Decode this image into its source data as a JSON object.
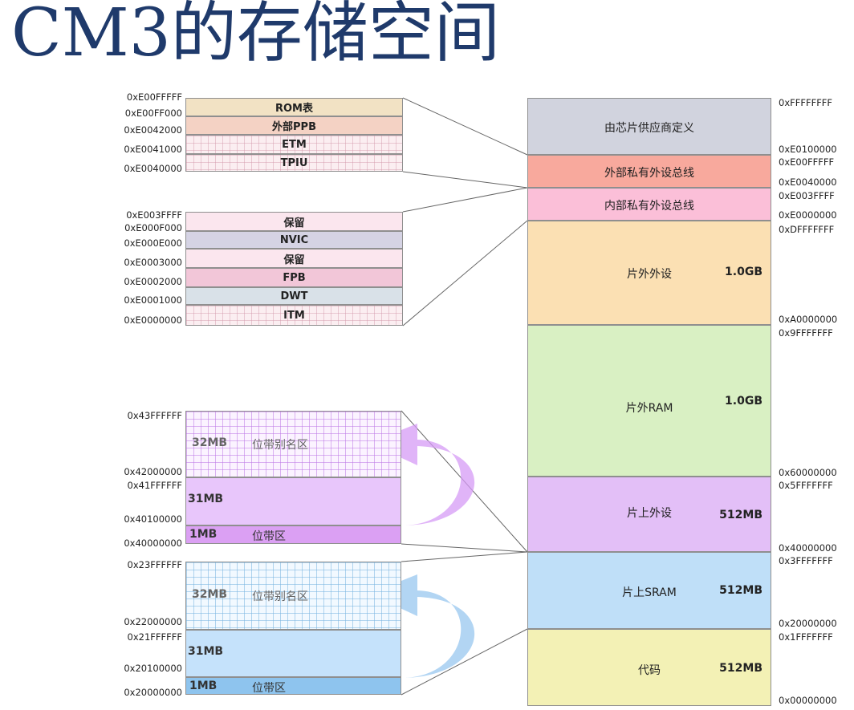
{
  "title": "CM3的存储空间",
  "ppb_ext": {
    "blocks": [
      "ROM表",
      "外部PPB",
      "ETM",
      "TPIU"
    ],
    "addresses": [
      "0xE00FFFFF",
      "0xE00FF000",
      "0xE0042000",
      "0xE0041000",
      "0xE0040000"
    ]
  },
  "ppb_int": {
    "blocks": [
      "保留",
      "NVIC",
      "保留",
      "FPB",
      "DWT",
      "ITM"
    ],
    "addresses": [
      "0xE003FFFF",
      "0xE000F000",
      "0xE000E000",
      "0xE0003000",
      "0xE0002000",
      "0xE0001000",
      "0xE0000000"
    ]
  },
  "periph_bitband": {
    "alias_size": "32MB",
    "alias_label": "位带别名区",
    "mid_size": "31MB",
    "band_size": "1MB",
    "band_label": "位带区",
    "addresses": [
      "0x43FFFFFF",
      "0x42000000",
      "0x41FFFFFF",
      "0x40100000",
      "0x40000000"
    ]
  },
  "sram_bitband": {
    "alias_size": "32MB",
    "alias_label": "位带别名区",
    "mid_size": "31MB",
    "band_size": "1MB",
    "band_label": "位带区",
    "addresses": [
      "0x23FFFFFF",
      "0x22000000",
      "0x21FFFFFF",
      "0x20100000",
      "0x20000000"
    ]
  },
  "memory_map": {
    "regions": [
      {
        "name": "由芯片供应商定义",
        "size": "",
        "top": "0xFFFFFFFF",
        "bottom": "0xE0100000",
        "color": "#d1d3de"
      },
      {
        "name": "外部私有外设总线",
        "size": "",
        "top": "0xE00FFFFF",
        "bottom": "0xE0040000",
        "color": "#f8a99d"
      },
      {
        "name": "内部私有外设总线",
        "size": "",
        "top": "0xE003FFFF",
        "bottom": "0xE0000000",
        "color": "#fbbfd8"
      },
      {
        "name": "片外外设",
        "size": "1.0GB",
        "top": "0xDFFFFFFF",
        "bottom": "0xA0000000",
        "color": "#fbe0b3"
      },
      {
        "name": "片外RAM",
        "size": "1.0GB",
        "top": "0x9FFFFFFF",
        "bottom": "0x60000000",
        "color": "#d9f0c3"
      },
      {
        "name": "片上外设",
        "size": "512MB",
        "top": "0x5FFFFFFF",
        "bottom": "0x40000000",
        "color": "#e3bff7"
      },
      {
        "name": "片上SRAM",
        "size": "512MB",
        "top": "0x3FFFFFFF",
        "bottom": "0x20000000",
        "color": "#bfdff8"
      },
      {
        "name": "代码",
        "size": "512MB",
        "top": "0x1FFFFFFF",
        "bottom": "0x00000000",
        "color": "#f3f1b5"
      }
    ]
  },
  "colors": {
    "title": "#1f3a6b",
    "arrow_purple": "#d59bf5",
    "arrow_blue": "#9fcbf0"
  }
}
